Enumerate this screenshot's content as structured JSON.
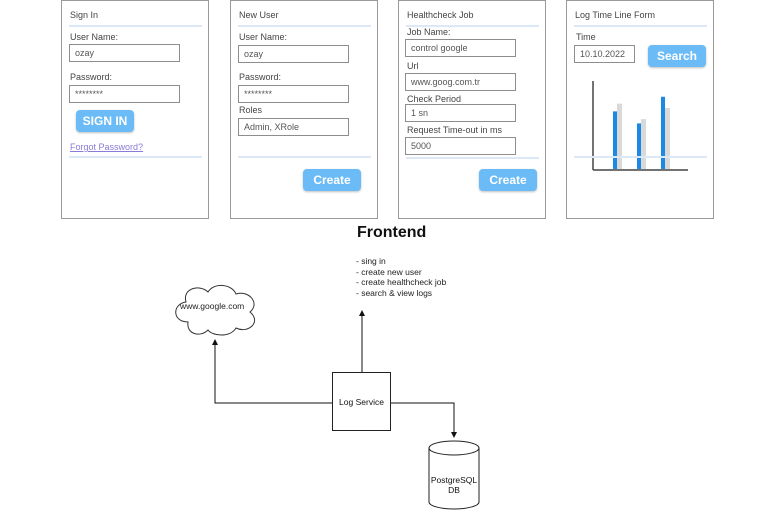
{
  "signin": {
    "title": "Sign In",
    "username_label": "User Name:",
    "username_value": "ozay",
    "password_label": "Password:",
    "password_value": "********",
    "button": "SIGN IN",
    "forgot": "Forgot Password?"
  },
  "newuser": {
    "title": "New User",
    "username_label": "User Name:",
    "username_value": "ozay",
    "password_label": "Password:",
    "password_value": "********",
    "roles_label": "Roles",
    "roles_value": "Admin, XRole",
    "button": "Create"
  },
  "healthcheck": {
    "title": "Healthcheck Job",
    "jobname_label": "Job Name:",
    "jobname_value": "control google",
    "url_label": "Url",
    "url_value": "www.goog.com.tr",
    "period_label": "Check Period",
    "period_value": "1 sn",
    "timeout_label": "Request Time-out in ms",
    "timeout_value": "5000",
    "button": "Create"
  },
  "logtimeline": {
    "title": "Log Time Line Form",
    "time_label": "Time",
    "time_value": "10.10.2022",
    "button": "Search",
    "chart": {
      "blue_series": [
        0.67,
        0.53,
        0.84
      ],
      "gray_series": [
        0.76,
        0.58,
        0.71
      ],
      "colors": {
        "blue": "#1e88e5",
        "gray": "#d9d9d9",
        "axis": "#444444"
      }
    }
  },
  "diagram": {
    "heading": "Frontend",
    "notes": [
      "- sing in",
      "- create new user",
      "- create healthcheck job",
      "- search & view logs"
    ],
    "service": "Log Service",
    "external": "www.google.com",
    "database": [
      "PostgreSQL",
      "DB"
    ]
  }
}
